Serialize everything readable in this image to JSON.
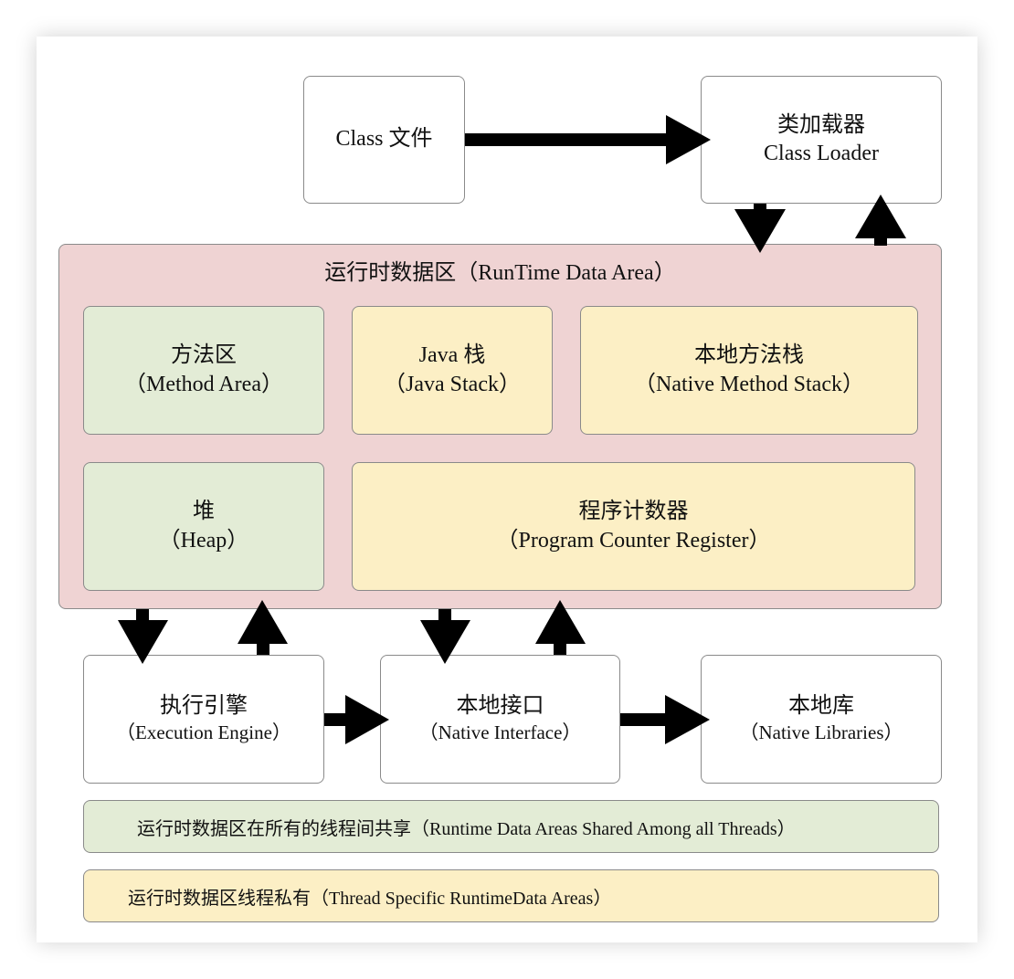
{
  "class_file": "Class 文件",
  "class_loader": {
    "cn": "类加载器",
    "en": "Class Loader"
  },
  "runtime_area": {
    "title": "运行时数据区（RunTime Data Area）",
    "method_area": {
      "cn": "方法区",
      "en": "（Method Area）"
    },
    "java_stack": {
      "cn": "Java 栈",
      "en": "（Java Stack）"
    },
    "native_method_stack": {
      "cn": "本地方法栈",
      "en": "（Native Method Stack）"
    },
    "heap": {
      "cn": "堆",
      "en": "（Heap）"
    },
    "pc_register": {
      "cn": "程序计数器",
      "en": "（Program Counter Register）"
    }
  },
  "execution_engine": {
    "cn": "执行引擎",
    "en": "（Execution Engine）"
  },
  "native_interface": {
    "cn": "本地接口",
    "en": "（Native Interface）"
  },
  "native_libraries": {
    "cn": "本地库",
    "en": "（Native Libraries）"
  },
  "legend": {
    "shared": "运行时数据区在所有的线程间共享（Runtime Data Areas Shared Among all Threads）",
    "private": "运行时数据区线程私有（Thread Specific RuntimeData Areas）"
  },
  "colors": {
    "shared": "#e3ecd6",
    "private": "#fcefc5",
    "runtime": "#efd3d3",
    "arrow": "#000000"
  }
}
